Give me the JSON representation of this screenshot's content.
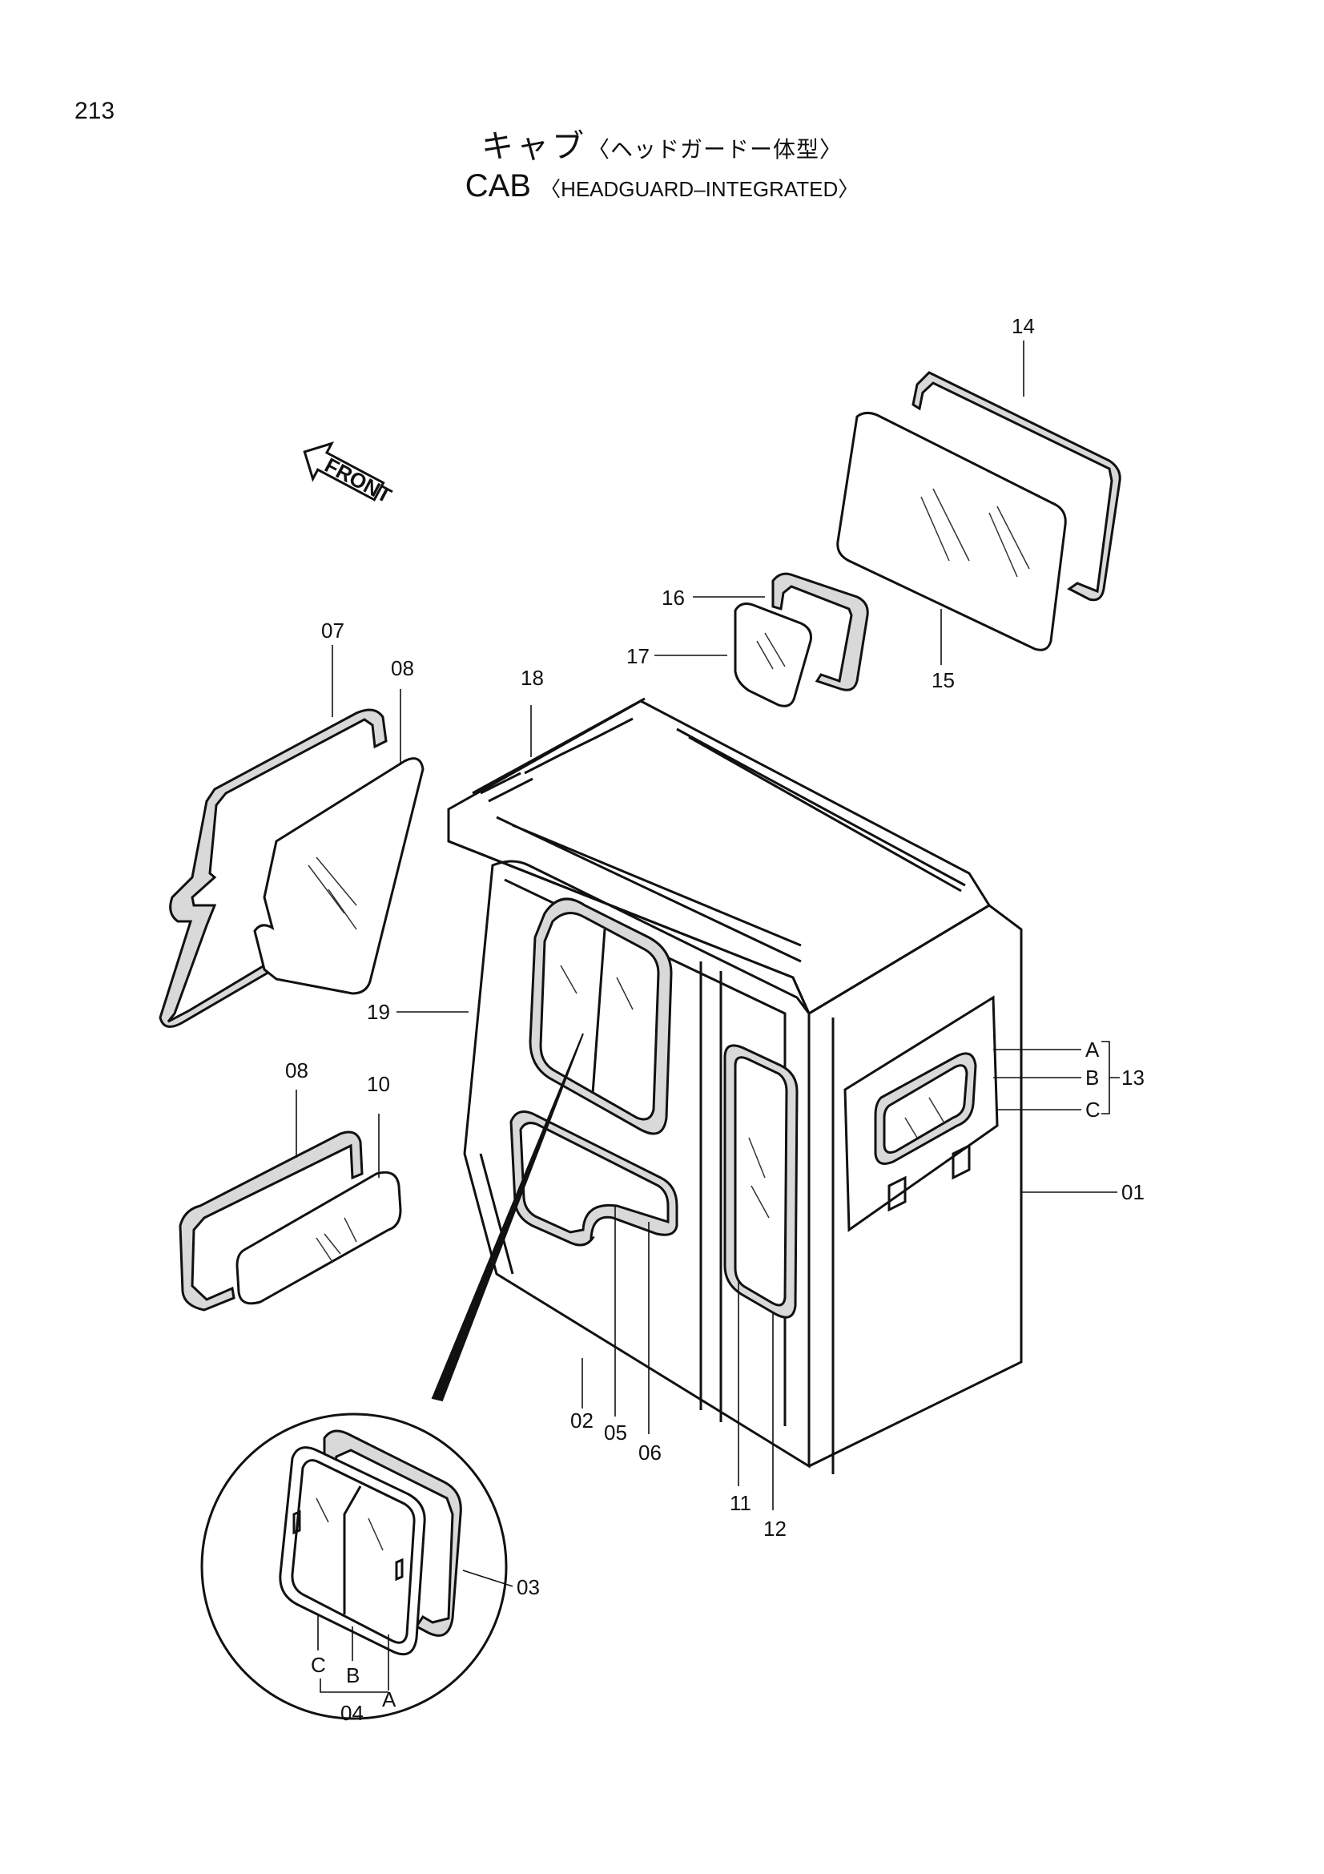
{
  "page_number": "213",
  "title_jp": "キャブ",
  "title_jp_sub": "〈ヘッドガードー体型〉",
  "title_en": "CAB",
  "title_en_sub": "〈HEADGUARD–INTEGRATED〉",
  "front_arrow": "FRONT",
  "labels": {
    "p01": "01",
    "p02": "02",
    "p03": "03",
    "p04": "04",
    "p05": "05",
    "p06": "06",
    "p07": "07",
    "p08a": "08",
    "p08b": "08",
    "p10": "10",
    "p11": "11",
    "p12": "12",
    "p13": "13",
    "p14": "14",
    "p15": "15",
    "p16": "16",
    "p17": "17",
    "p18": "18",
    "p19": "19",
    "a13": "A",
    "b13": "B",
    "c13": "C",
    "a04": "A",
    "b04": "B",
    "c04": "C"
  },
  "colors": {
    "line": "#111111",
    "seal_fill": "#d9d9d9",
    "background": "#ffffff"
  }
}
